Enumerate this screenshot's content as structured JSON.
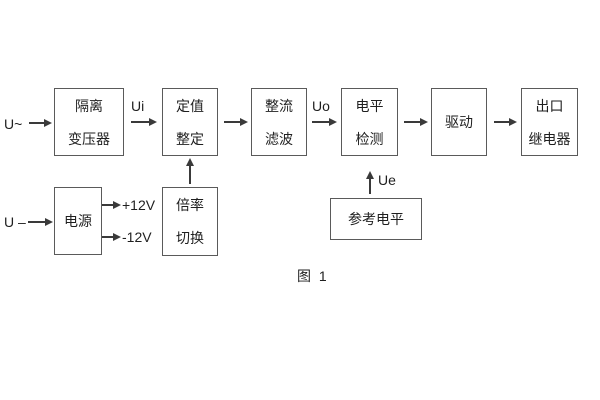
{
  "diagram": {
    "caption": "图 1",
    "inputs": {
      "ac_label": "U~",
      "dc_label": "U –"
    },
    "signal_labels": {
      "ui": "Ui",
      "uo": "Uo",
      "ue": "Ue"
    },
    "power_rails": {
      "positive": "+12V",
      "negative": "-12V"
    },
    "blocks": {
      "isolation_transformer": {
        "line1": "隔离",
        "line2": "变压器"
      },
      "setpoint_adjust": {
        "line1": "定值",
        "line2": "整定"
      },
      "rectifier_filter": {
        "line1": "整流",
        "line2": "滤波"
      },
      "level_detect": {
        "line1": "电平",
        "line2": "检测"
      },
      "driver": {
        "line1": "驱动"
      },
      "output_relay": {
        "line1": "出口",
        "line2": "继电器"
      },
      "power_supply": {
        "line1": "电源"
      },
      "ratio_switch": {
        "line1": "倍率",
        "line2": "切换"
      },
      "reference_level": {
        "line1": "参考电平"
      }
    },
    "colors": {
      "background": "#ffffff",
      "box_border": "#5a5a5a",
      "text": "#1f1f1f",
      "arrow": "#3a3a3a"
    }
  }
}
